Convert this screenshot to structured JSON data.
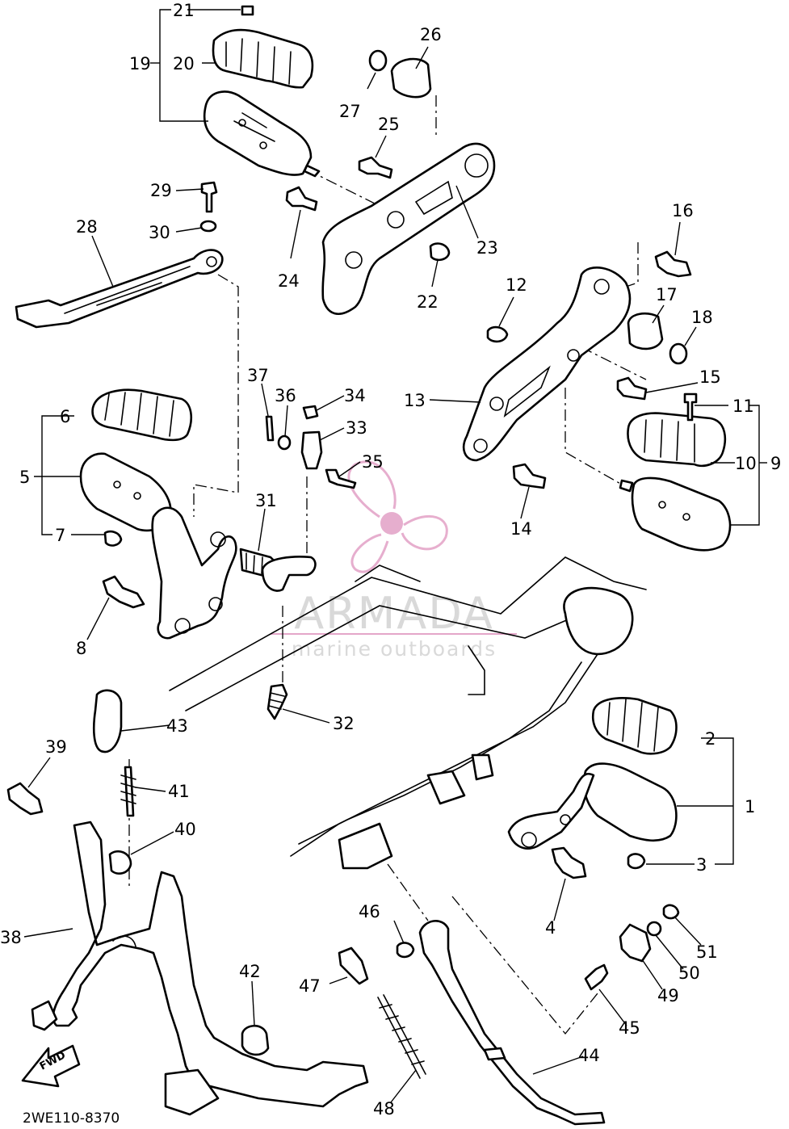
{
  "diagram_code": "2WE110-8370",
  "fwd_label": "FWD",
  "watermark": {
    "title": "ARMADA",
    "subtitle": "marine outboards",
    "logo_color": "#e4a6c9",
    "text_color": "#d9d9d9"
  },
  "callouts": [
    "1",
    "2",
    "3",
    "4",
    "5",
    "6",
    "7",
    "8",
    "9",
    "10",
    "11",
    "12",
    "13",
    "14",
    "15",
    "16",
    "17",
    "18",
    "19",
    "20",
    "21",
    "22",
    "23",
    "24",
    "25",
    "26",
    "27",
    "28",
    "29",
    "30",
    "31",
    "32",
    "33",
    "34",
    "35",
    "36",
    "37",
    "38",
    "39",
    "40",
    "41",
    "42",
    "43",
    "44",
    "45",
    "46",
    "47",
    "48",
    "49",
    "50",
    "51"
  ]
}
